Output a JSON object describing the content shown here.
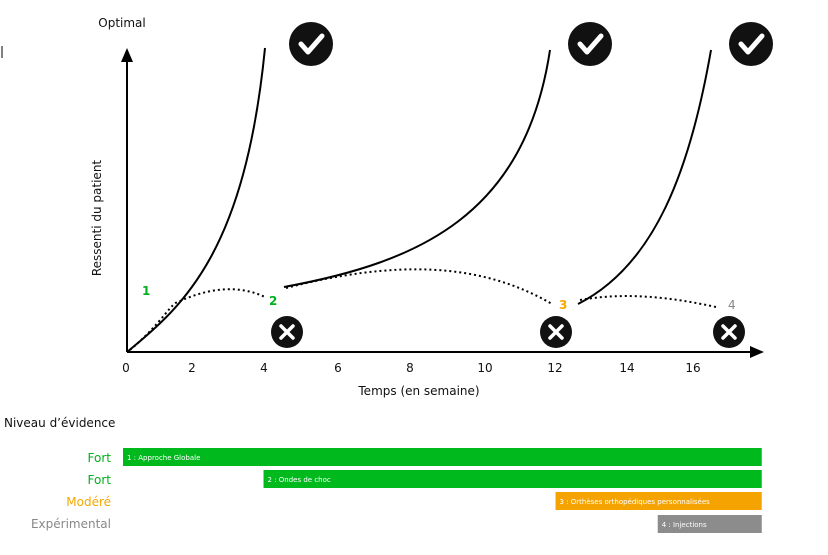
{
  "top_label": "Optimal",
  "y_axis_title": "Ressenti du patient",
  "x_axis_title": "Temps (en semaine)",
  "x_ticks": [
    "0",
    "2",
    "4",
    "6",
    "8",
    "10",
    "12",
    "14",
    "16"
  ],
  "stage_markers": [
    {
      "label": "1",
      "color": "#00b01c"
    },
    {
      "label": "2",
      "color": "#00b01c"
    },
    {
      "label": "3",
      "color": "#f5a800"
    },
    {
      "label": "4",
      "color": "#888888"
    }
  ],
  "success_icons": [
    "check-icon",
    "check-icon",
    "check-icon"
  ],
  "failure_icons": [
    "cross-icon",
    "cross-icon",
    "cross-icon"
  ],
  "evidence_title": "Niveau d’évidence",
  "evidence_rows": [
    {
      "level": "Fort",
      "level_color": "#00b01c",
      "bar_label": "1 : Approche Globale",
      "bar_color": "#00b91d",
      "start_week": 0,
      "end_week": 17.5
    },
    {
      "level": "Fort",
      "level_color": "#00b01c",
      "bar_label": "2 : Ondes de choc",
      "bar_color": "#00b91d",
      "start_week": 3.85,
      "end_week": 17.5
    },
    {
      "level": "Modéré",
      "level_color": "#f5a800",
      "bar_label": "3 : Orthèses orthopédiques personnalisées",
      "bar_color": "#f5a300",
      "start_week": 11.85,
      "end_week": 17.5
    },
    {
      "level": "Expérimental",
      "level_color": "#888888",
      "bar_label": "4 : Injections",
      "bar_color": "#8c8c8c",
      "start_week": 14.65,
      "end_week": 17.5
    }
  ]
}
